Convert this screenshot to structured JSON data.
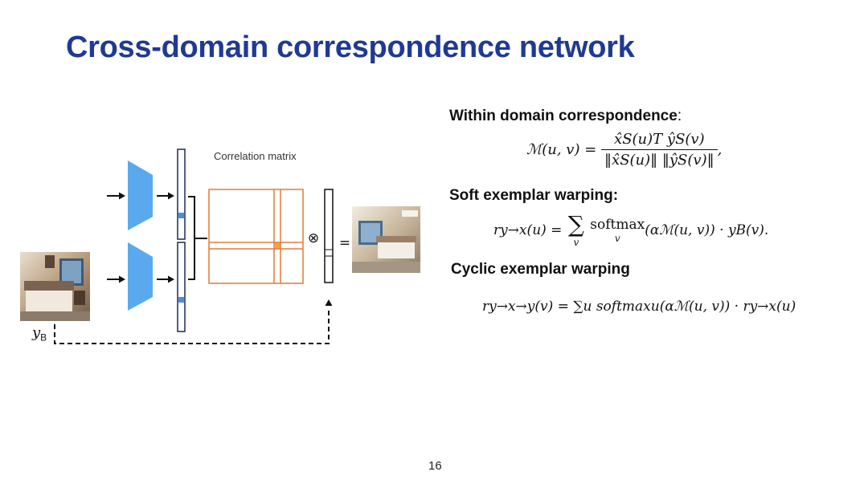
{
  "slide": {
    "title": "Cross-domain correspondence network",
    "page_number": "16"
  },
  "diagram": {
    "correlation_label": "Correlation matrix",
    "input_label_main": "y",
    "input_label_sub": "B",
    "otimes_symbol": "⊗",
    "equals_symbol": "="
  },
  "colors": {
    "title": "#1f3a93",
    "encoder": "#5aa9ee",
    "matrix": "#e07b39",
    "feature_cell": "#4a90d9"
  },
  "equations": {
    "within": {
      "heading": "Within domain correspondence",
      "colon": ":",
      "lhs": "ℳ(u, v) =",
      "num": "x̂S(u)T ŷS(v)",
      "den": "‖x̂S(u)‖ ‖ŷS(v)‖",
      "tail": ","
    },
    "soft": {
      "heading": "Soft exemplar warping:",
      "lhs": "ry→x(u) =",
      "sum_symbol": "∑",
      "sum_sub": "v",
      "op": "softmax",
      "op_sub": "v",
      "rhs": "(αℳ(u, v)) · yB(v)."
    },
    "cyclic": {
      "heading": "Cyclic exemplar warping",
      "full": "ry→x→y(v) = ∑u softmaxu(αℳ(u, v)) · ry→x(u)"
    }
  }
}
